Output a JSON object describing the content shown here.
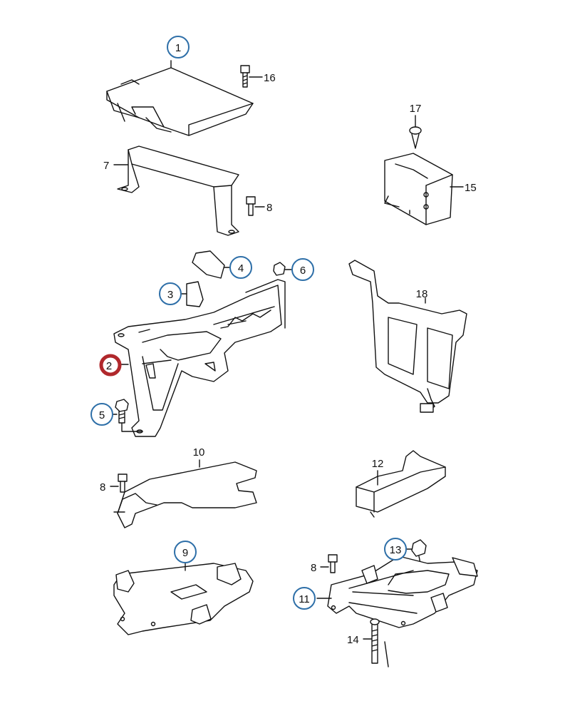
{
  "diagram": {
    "title": "Airbag control unit mounting parts",
    "colors": {
      "callout_circle": "#2e6fa8",
      "highlight_circle": "#b0282c",
      "line": "#111111"
    },
    "labels": {
      "p1": "1",
      "p16": "16",
      "p17": "17",
      "p7": "7",
      "p15": "15",
      "p8a": "8",
      "p4": "4",
      "p6": "6",
      "p3": "3",
      "p18": "18",
      "p2": "2",
      "p5": "5",
      "p10": "10",
      "p12": "12",
      "p8b": "8",
      "p9": "9",
      "p13": "13",
      "p8c": "8",
      "p11": "11",
      "p14": "14"
    }
  }
}
